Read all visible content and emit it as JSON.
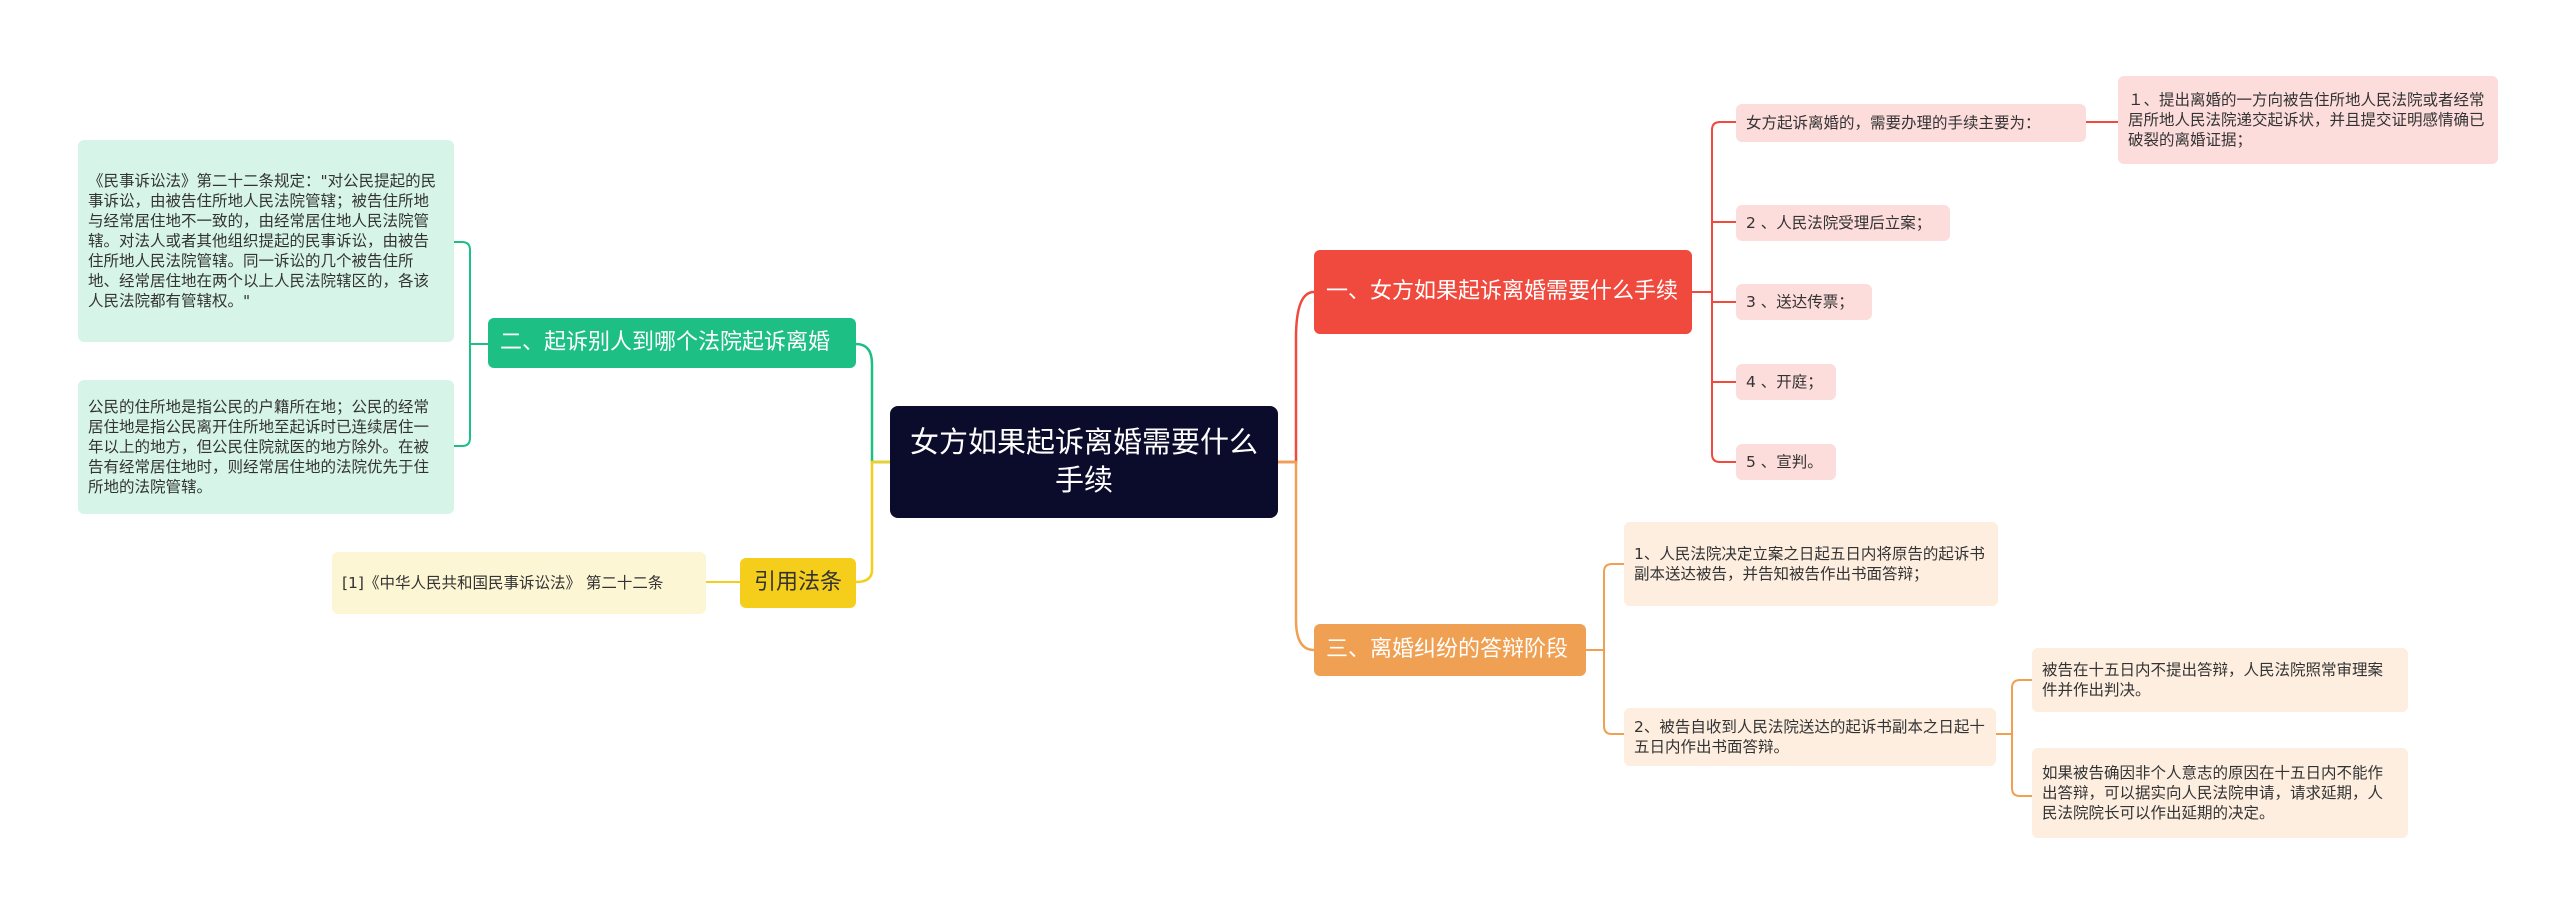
{
  "root": "女方如果起诉离婚需要什么手续",
  "branch1": {
    "title": "一、女方如果起诉离婚需要什么手续",
    "intro": "女方起诉离婚的，需要办理的手续主要为：",
    "step1": "１、提出离婚的一方向被告住所地人民法院或者经常居所地人民法院递交起诉状，并且提交证明感情确已破裂的离婚证据；",
    "steps": [
      "2 、人民法院受理后立案；",
      "3 、送达传票；",
      "4 、开庭；",
      "5 、宣判。"
    ]
  },
  "branch2": {
    "title": "二、起诉别人到哪个法院起诉离婚",
    "items": [
      "《民事诉讼法》第二十二条规定：\"对公民提起的民事诉讼，由被告住所地人民法院管辖；被告住所地与经常居住地不一致的，由经常居住地人民法院管辖。对法人或者其他组织提起的民事诉讼，由被告住所地人民法院管辖。同一诉讼的几个被告住所地、经常居住地在两个以上人民法院辖区的，各该人民法院都有管辖权。\"",
      "公民的住所地是指公民的户籍所在地；公民的经常居住地是指公民离开住所地至起诉时已连续居住一年以上的地方，但公民住院就医的地方除外。在被告有经常居住地时，则经常居住地的法院优先于住所地的法院管辖。"
    ]
  },
  "branch3": {
    "title": "三、离婚纠纷的答辩阶段",
    "item1": "1、人民法院决定立案之日起五日内将原告的起诉书副本送达被告，并告知被告作出书面答辩；",
    "item2": "2、被告自收到人民法院送达的起诉书副本之日起十五日内作出书面答辩。",
    "sub": [
      "被告在十五日内不提出答辩，人民法院照常审理案件并作出判决。",
      "如果被告确因非个人意志的原因在十五日内不能作出答辩，可以据实向人民法院申请，请求延期，人民法院院长可以作出延期的决定。"
    ]
  },
  "branch4": {
    "title": "引用法条",
    "item": "[1]《中华人民共和国民事诉讼法》 第二十二条"
  },
  "colors": {
    "root": "#0b0b2b",
    "branch1": "#f0493e",
    "branch2": "#1dbf85",
    "branch3": "#f0a052",
    "branch4": "#f5ce1b"
  }
}
